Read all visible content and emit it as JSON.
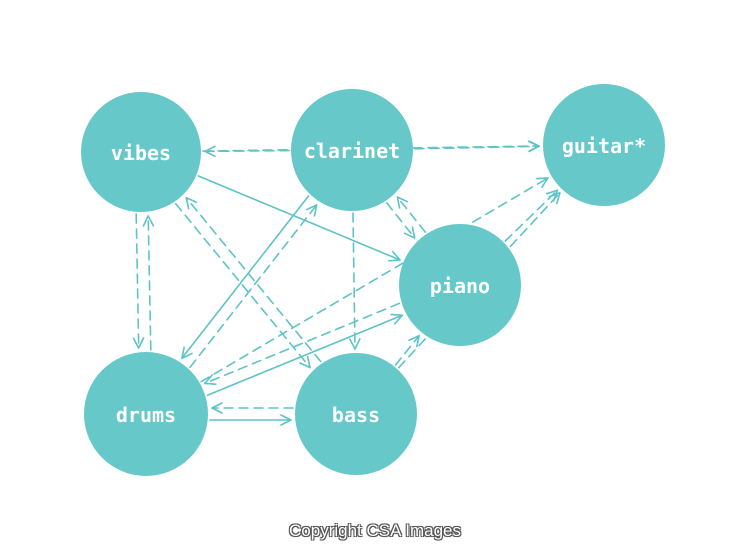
{
  "diagram": {
    "node_color": "#66c8c9",
    "edge_color": "#5ec3c6",
    "nodes": [
      {
        "id": "vibes",
        "label": "vibes"
      },
      {
        "id": "clarinet",
        "label": "clarinet"
      },
      {
        "id": "guitar",
        "label": "guitar*"
      },
      {
        "id": "piano",
        "label": "piano"
      },
      {
        "id": "drums",
        "label": "drums"
      },
      {
        "id": "bass",
        "label": "bass"
      }
    ],
    "edges": [
      {
        "from": "clarinet",
        "to": "vibes",
        "style": "dashed"
      },
      {
        "from": "clarinet",
        "to": "guitar",
        "style": "dashed"
      },
      {
        "from": "vibes",
        "to": "piano",
        "style": "solid"
      },
      {
        "from": "vibes",
        "to": "drums",
        "style": "dashed"
      },
      {
        "from": "drums",
        "to": "vibes",
        "style": "dashed"
      },
      {
        "from": "vibes",
        "to": "bass",
        "style": "dashed"
      },
      {
        "from": "bass",
        "to": "vibes",
        "style": "dashed"
      },
      {
        "from": "clarinet",
        "to": "drums",
        "style": "solid"
      },
      {
        "from": "drums",
        "to": "clarinet",
        "style": "dashed"
      },
      {
        "from": "clarinet",
        "to": "piano",
        "style": "dashed"
      },
      {
        "from": "piano",
        "to": "clarinet",
        "style": "dashed"
      },
      {
        "from": "clarinet",
        "to": "bass",
        "style": "dashed"
      },
      {
        "from": "drums",
        "to": "piano",
        "style": "solid"
      },
      {
        "from": "piano",
        "to": "drums",
        "style": "dashed"
      },
      {
        "from": "drums",
        "to": "guitar",
        "style": "dashed"
      },
      {
        "from": "drums",
        "to": "bass",
        "style": "solid"
      },
      {
        "from": "bass",
        "to": "drums",
        "style": "dashed"
      },
      {
        "from": "bass",
        "to": "piano",
        "style": "dashed"
      },
      {
        "from": "bass",
        "to": "guitar",
        "style": "dashed"
      },
      {
        "from": "piano",
        "to": "guitar",
        "style": "dashed"
      },
      {
        "from": "vibes",
        "to": "guitar",
        "style": "dashed"
      }
    ]
  },
  "footer": {
    "credit": "Copyright CSA Images"
  }
}
